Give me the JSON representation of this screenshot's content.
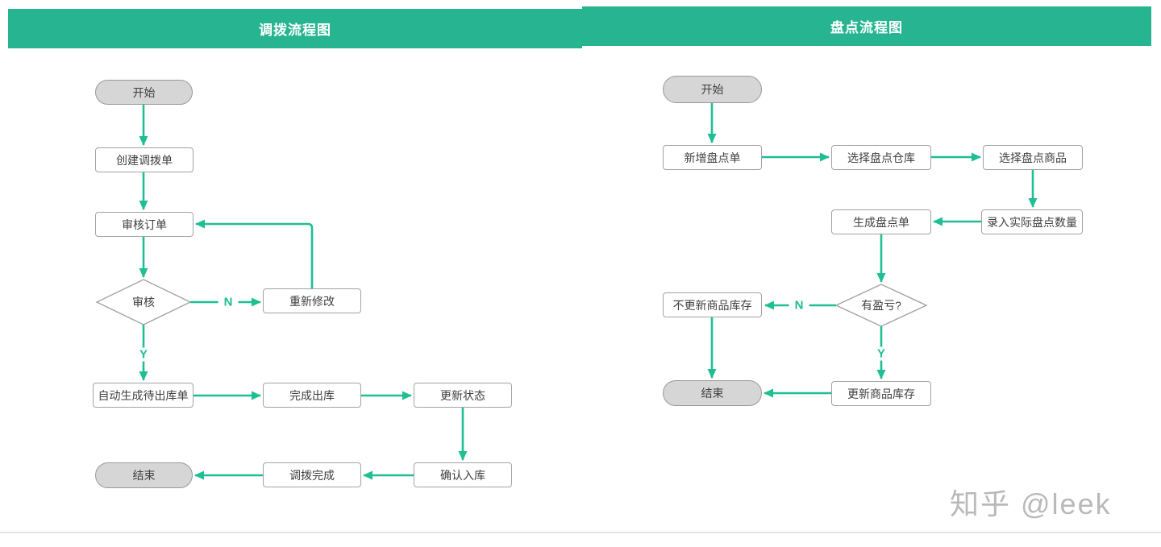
{
  "colors": {
    "header_teal": "#27b591",
    "arrow_teal": "#1fbe95",
    "node_border": "#a3a3a3",
    "node_fill": "#ffffff",
    "terminal_fill": "#d6d6d6",
    "terminal_border": "#999999",
    "node_text": "#3f3f3f",
    "watermark_gray": "#b9b9b9",
    "divider_gray": "#e4e4e4"
  },
  "left_chart": {
    "title": "调拨流程图",
    "nodes": {
      "start": "开始",
      "create_order": "创建调拨单",
      "review_order": "审核订单",
      "review_decision": "审核",
      "re_modify": "重新修改",
      "auto_generate_outbound": "自动生成待出库单",
      "complete_outbound": "完成出库",
      "update_status": "更新状态",
      "confirm_inbound": "确认入库",
      "transfer_complete": "调拨完成",
      "end": "结束",
      "branch_no": "N",
      "branch_yes": "Y"
    }
  },
  "right_chart": {
    "title": "盘点流程图",
    "nodes": {
      "start": "开始",
      "new_count_order": "新增盘点单",
      "select_warehouse": "选择盘点仓库",
      "select_products": "选择盘点商品",
      "enter_actual_quantity": "录入实际盘点数量",
      "generate_count_order": "生成盘点单",
      "profit_loss_decision": "有盈亏?",
      "no_update_stock": "不更新商品库存",
      "update_stock": "更新商品库存",
      "end": "结束",
      "branch_no": "N",
      "branch_yes": "Y"
    }
  },
  "watermark": "知乎 @leek"
}
